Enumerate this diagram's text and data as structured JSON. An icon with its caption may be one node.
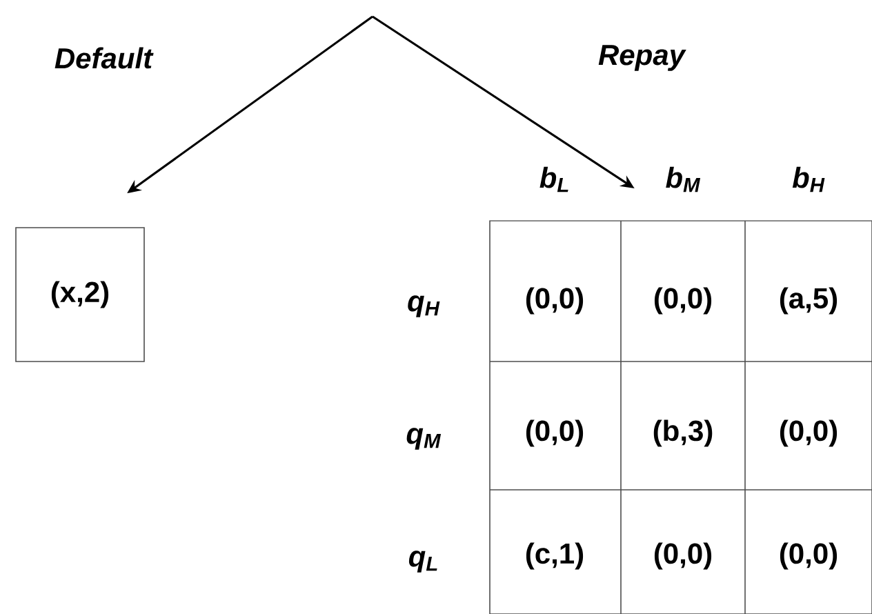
{
  "diagram": {
    "nodes": [
      {
        "text": [
          "(x,2)"
        ]
      },
      {
        "text": [],
        "shape": "box"
      }
    ],
    "edges": [
      {
        "from": null,
        "to": 0,
        "arrow": "to",
        "label": "Default"
      },
      {
        "from": null,
        "to": 1,
        "arrow": "to",
        "label": "Repay"
      }
    ],
    "labels": [
      "b$_{L}$",
      "b$_{M}$",
      "b$_{H}$",
      "q$_{H}$",
      "(0,0)",
      "(0,0)",
      "(a,5)",
      "q$_{M}$",
      "(0,0)",
      "(b,3)",
      "(0,0)",
      "q$_{L}$",
      "(c,1)",
      "(0,0)",
      "(0,0)"
    ]
  }
}
